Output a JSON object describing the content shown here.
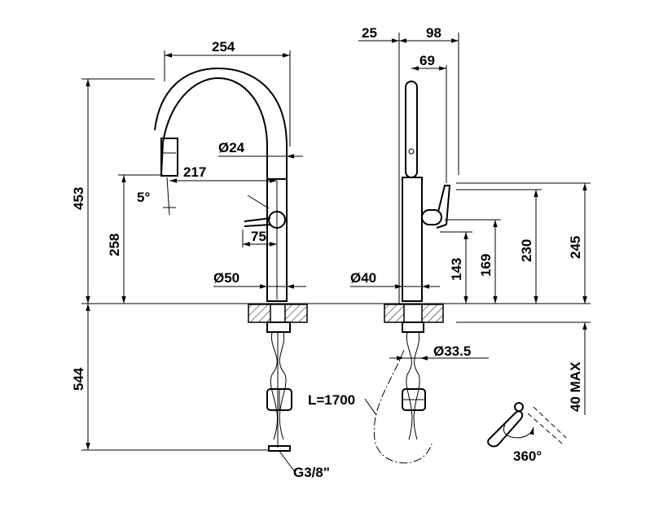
{
  "dimensions": {
    "top_width": "254",
    "total_height": "453",
    "angle": "5°",
    "spout_diameter": "Ø24",
    "reach": "217",
    "spout_height": "258",
    "lever_offset": "75",
    "body_diameter": "Ø50",
    "below_deck": "544",
    "connection": "G3/8\"",
    "side_a": "25",
    "side_b": "98",
    "side_c": "69",
    "side_body_diameter": "Ø40",
    "hose_diameter": "Ø33.5",
    "hose_length": "L=1700",
    "h143": "143",
    "h169": "169",
    "h230": "230",
    "h245": "245",
    "deck_max": "40 MAX",
    "rotation": "360°"
  }
}
